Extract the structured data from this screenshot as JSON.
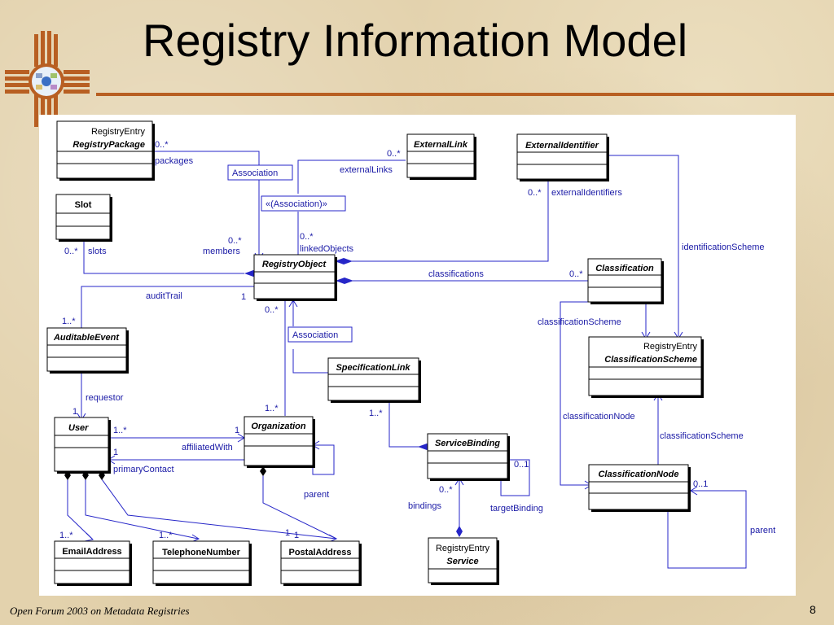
{
  "slide": {
    "title": "Registry Information Model",
    "footer": "Open Forum 2003 on Metadata Registries",
    "page_number": "8"
  },
  "colors": {
    "title_rule": "#b85f22",
    "logo": "#b85f22",
    "link_lines": "#2626c8"
  },
  "classes": {
    "registry_package": {
      "stereotype": "RegistryEntry",
      "name": "RegistryPackage"
    },
    "slot": {
      "name": "Slot"
    },
    "external_link": {
      "name": "ExternalLink"
    },
    "external_identifier": {
      "name": "ExternalIdentifier"
    },
    "registry_object": {
      "name": "RegistryObject"
    },
    "classification": {
      "name": "Classification"
    },
    "auditable_event": {
      "name": "AuditableEvent"
    },
    "specification_link": {
      "name": "SpecificationLink"
    },
    "classification_scheme": {
      "stereotype": "RegistryEntry",
      "name": "ClassificationScheme"
    },
    "user": {
      "name": "User"
    },
    "organization": {
      "name": "Organization"
    },
    "service_binding": {
      "name": "ServiceBinding"
    },
    "classification_node": {
      "name": "ClassificationNode"
    },
    "service": {
      "stereotype": "RegistryEntry",
      "name": "Service"
    },
    "email_address": {
      "name": "EmailAddress"
    },
    "telephone_number": {
      "name": "TelephoneNumber"
    },
    "postal_address": {
      "name": "PostalAddress"
    }
  },
  "association_boxes": {
    "association_top": "Association",
    "association_stereo": "«(Association)»",
    "association_mid": "Association"
  },
  "labels": {
    "pkg_mult": "0..*",
    "packages": "packages",
    "ext_link_mult": "0..*",
    "external_links": "externalLinks",
    "ext_id_mult": "0..*",
    "external_identifiers": "externalIdentifiers",
    "members_mult": "0..*",
    "members": "members",
    "linked_mult": "0..*",
    "linked_objects": "linkedObjects",
    "slots_mult": "0..*",
    "slots": "slots",
    "identification_scheme": "identificationScheme",
    "classifications": "classifications",
    "classif_mult": "0..*",
    "audit_trail": "auditTrail",
    "audit_one": "1",
    "audit_mult": "1..*",
    "ro_mult": "0..*",
    "classification_scheme_role": "classificationScheme",
    "requestor": "requestor",
    "requestor_one": "1",
    "org_mult": "1..*",
    "spec_mult": "1..*",
    "classification_node_role": "classificationNode",
    "classification_scheme_role2": "classificationScheme",
    "user_org_mult": "1..*",
    "user_org_one": "1",
    "affiliated_with": "affiliatedWith",
    "primary_one": "1",
    "primary_contact": "primaryContact",
    "parent_org": "parent",
    "sb_mult": "0..1",
    "bindings_mult": "0..*",
    "bindings": "bindings",
    "target_binding": "targetBinding",
    "cn_mult": "0..1",
    "parent_cn": "parent",
    "email_mult": "1..*",
    "phone_mult": "1..*",
    "postal_one_a": "1",
    "postal_one_b": "1"
  }
}
